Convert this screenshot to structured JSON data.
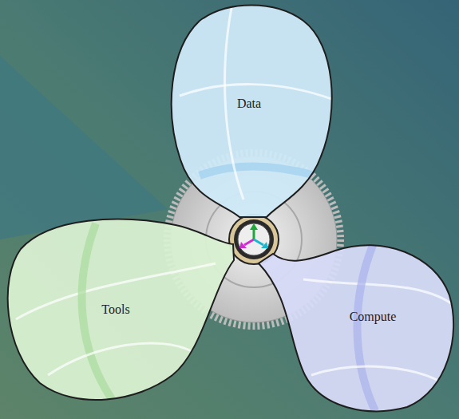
{
  "diagram": {
    "nodes": [
      {
        "text": [
          "Data"
        ]
      },
      {
        "text": [
          "Tools"
        ]
      },
      {
        "text": [
          "Compute"
        ]
      }
    ]
  }
}
